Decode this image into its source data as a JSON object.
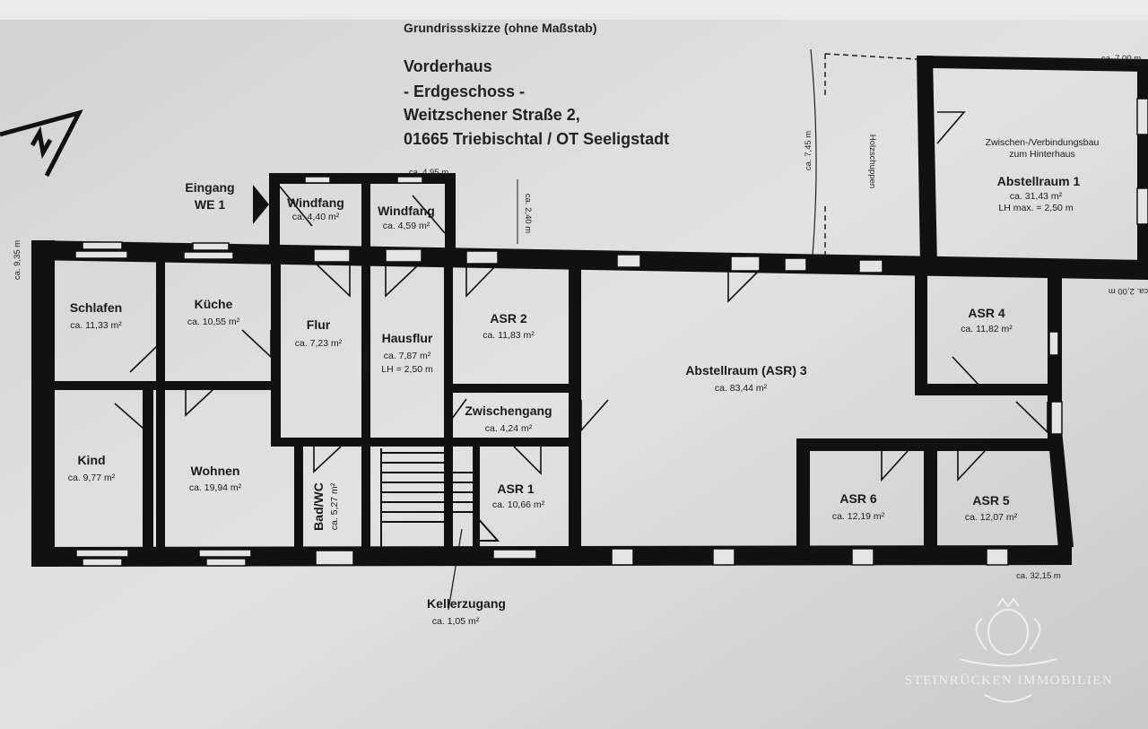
{
  "header": {
    "subtitle": "Grundrissskizze (ohne Maßstab)",
    "building": "Vorderhaus",
    "floor": "- Erdgeschoss -",
    "street": "Weitzschener Straße 2,",
    "city": "01665 Triebischtal / OT Seeligstadt"
  },
  "entrance": {
    "line1": "Eingang",
    "line2": "WE 1"
  },
  "rooms": {
    "windfang1": {
      "name": "Windfang",
      "area": "ca. 4,40 m²"
    },
    "windfang2": {
      "name": "Windfang",
      "area": "ca. 4,59 m²"
    },
    "schlafen": {
      "name": "Schlafen",
      "area": "ca. 11,33 m²"
    },
    "kueche": {
      "name": "Küche",
      "area": "ca. 10,55 m²"
    },
    "flur": {
      "name": "Flur",
      "area": "ca. 7,23 m²"
    },
    "hausflur": {
      "name": "Hausflur",
      "area": "ca. 7,87 m²",
      "note": "LH = 2,50 m"
    },
    "asr2": {
      "name": "ASR 2",
      "area": "ca. 11,83 m²"
    },
    "zwischengang": {
      "name": "Zwischengang",
      "area": "ca. 4,24 m²"
    },
    "kind": {
      "name": "Kind",
      "area": "ca. 9,77 m²"
    },
    "wohnen": {
      "name": "Wohnen",
      "area": "ca. 19,94 m²"
    },
    "badwc": {
      "name": "Bad/WC",
      "area": "ca. 5,27 m²"
    },
    "asr1": {
      "name": "ASR 1",
      "area": "ca. 10,66 m²"
    },
    "kellerzugang": {
      "name": "Kellerzugang",
      "area": "ca. 1,05 m²"
    },
    "abstellraum3": {
      "name": "Abstellraum (ASR) 3",
      "area": "ca. 83,44 m²"
    },
    "asr4": {
      "name": "ASR 4",
      "area": "ca. 11,82 m²"
    },
    "asr6": {
      "name": "ASR 6",
      "area": "ca. 12,19 m²"
    },
    "asr5": {
      "name": "ASR 5",
      "area": "ca. 12,07 m²"
    },
    "abstellraum1": {
      "note1": "Zwischen-/Verbindungsbau",
      "note2": "zum Hinterhaus",
      "name": "Abstellraum 1",
      "area": "ca. 31,43 m²",
      "note": "LH max. = 2,50 m"
    },
    "holzschuppen": {
      "name": "Holzschuppen"
    }
  },
  "dimensions": {
    "windfang_width": "ca. 4,95 m",
    "windfang_depth": "ca. 2,40 m",
    "building_depth": "ca. 9,35 m",
    "shed_depth": "ca. 7,45 m",
    "annex_width": "ca. 7,00 m",
    "offset": "ca. 2,00 m",
    "building_length": "ca. 32,15 m"
  },
  "watermark": {
    "brand": "STEINRÜCKEN IMMOBILIEN"
  },
  "icons": {
    "north": "north-arrow-icon",
    "entrance": "entrance-arrow-icon"
  }
}
